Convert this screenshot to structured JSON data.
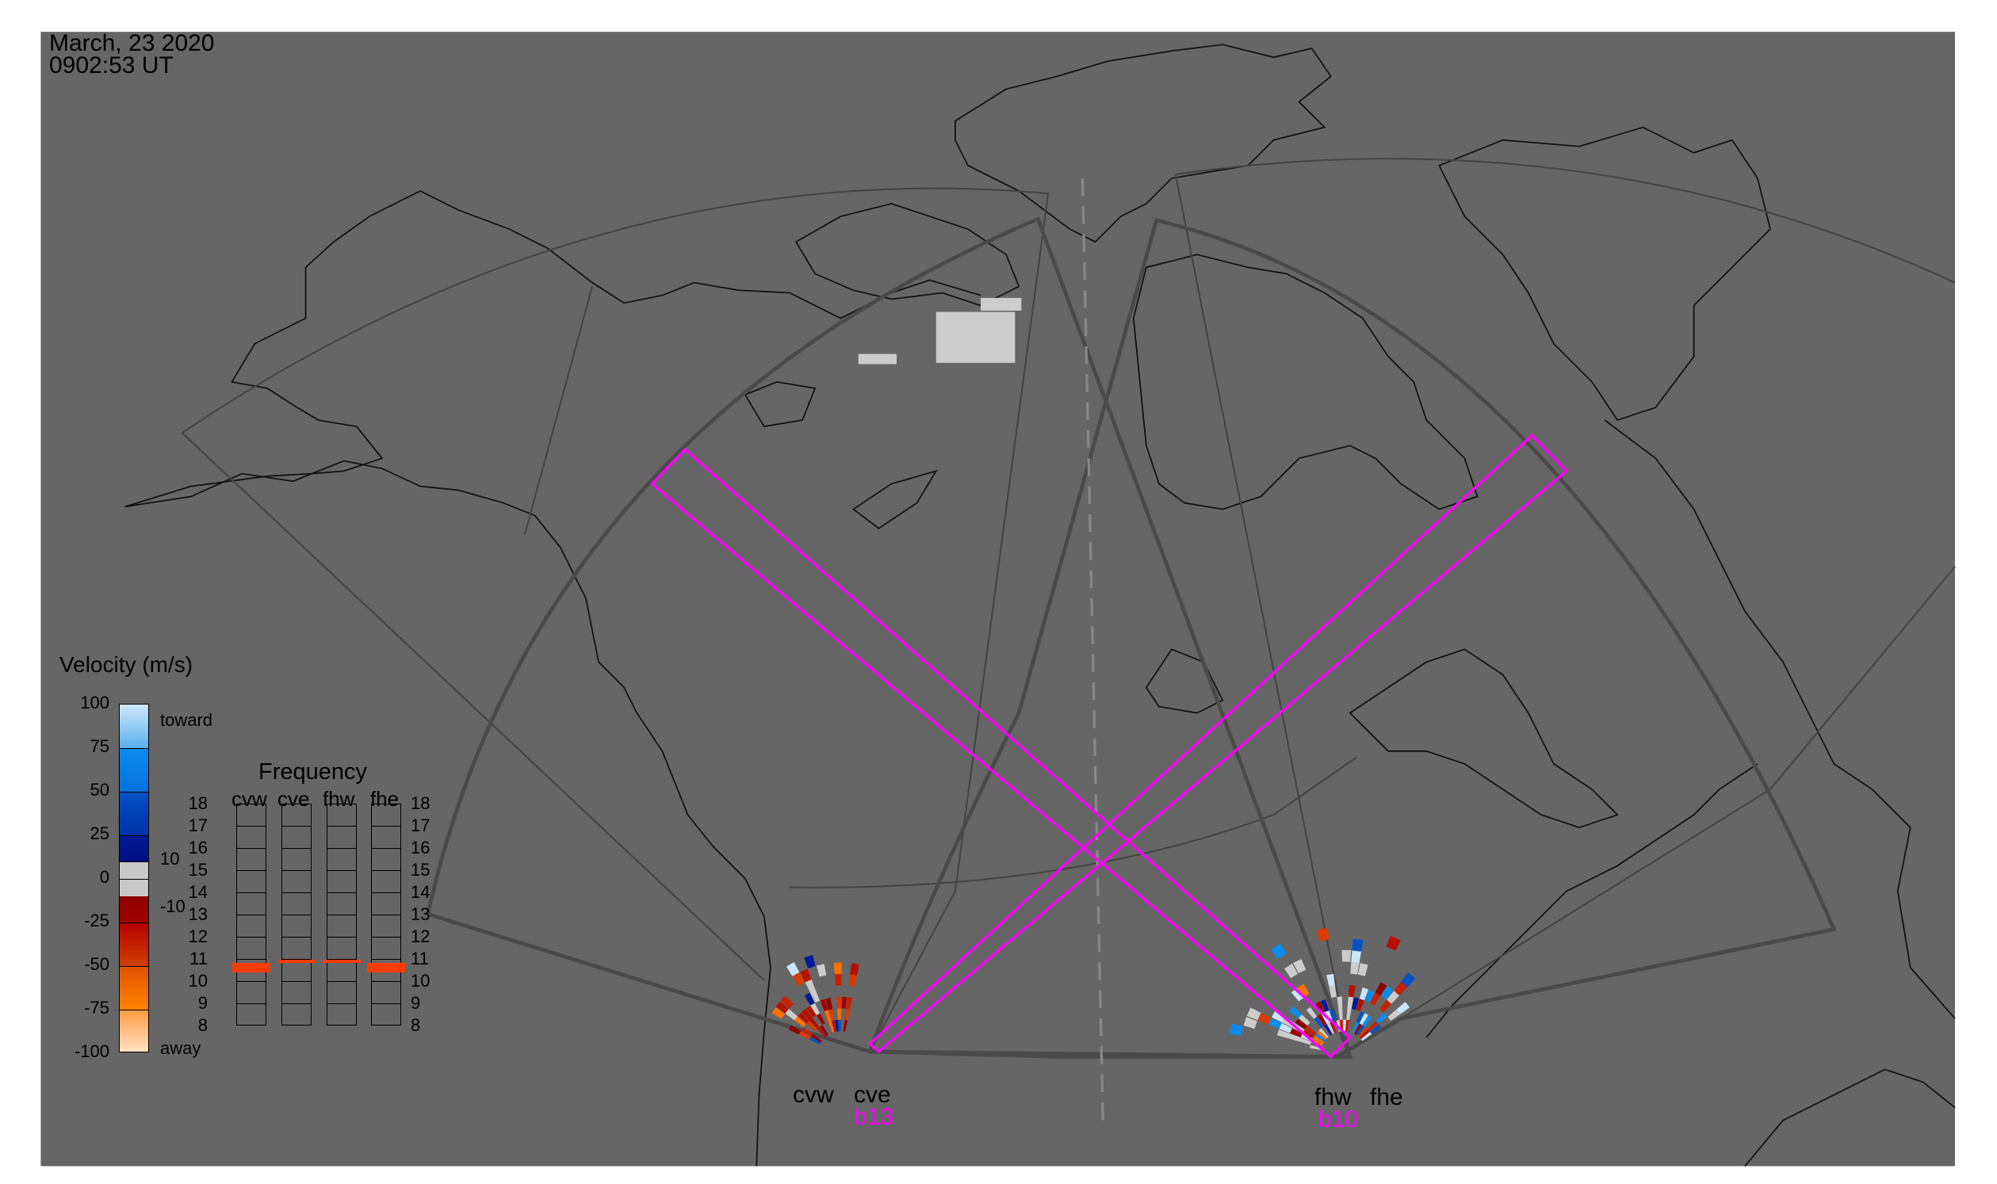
{
  "header": {
    "date": "March, 23 2020",
    "time": "0902:53 UT"
  },
  "colors": {
    "background": "#666666",
    "beam": "#ff00ff",
    "coast": "#111111",
    "fov": "#4a4a4a",
    "gray_scatter": "#c8c8c8"
  },
  "velocity_legend": {
    "title": "Velocity (m/s)",
    "ticks": [
      "100",
      "75",
      "50",
      "25",
      "0",
      "-25",
      "-50",
      "-75",
      "-100"
    ],
    "toward_label": "toward",
    "away_label": "away",
    "upper_threshold": "10",
    "lower_threshold": "-10"
  },
  "frequency_panel": {
    "title": "Frequency",
    "columns": [
      "cvw",
      "cve",
      "fhw",
      "fhe"
    ],
    "levels": [
      "18",
      "17",
      "16",
      "15",
      "14",
      "13",
      "12",
      "11",
      "10",
      "9",
      "8"
    ],
    "markers_mhz": [
      10.6,
      10.9,
      10.9,
      10.6
    ]
  },
  "radars": {
    "west": {
      "left": "cvw",
      "right": "cve",
      "beam": "b13"
    },
    "east": {
      "left": "fhw",
      "right": "fhe",
      "beam": "b10"
    }
  }
}
